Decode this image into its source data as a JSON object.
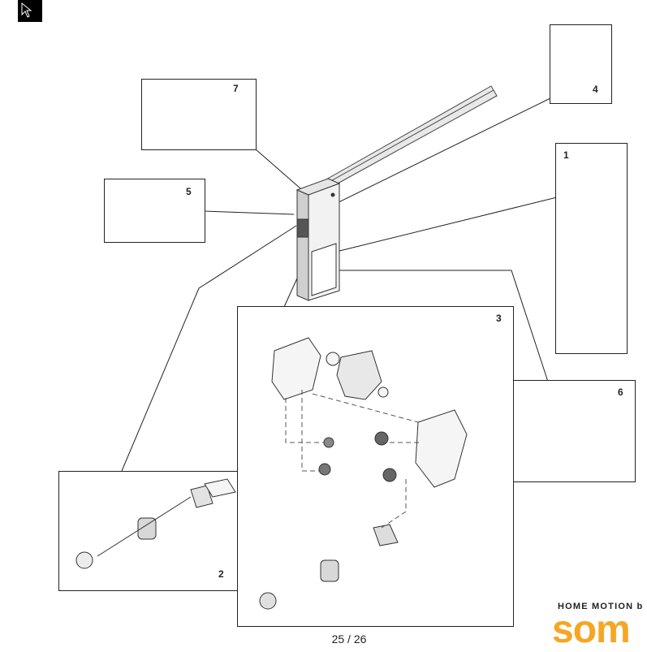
{
  "page": {
    "current": "25",
    "separator": "/",
    "total": "26",
    "label": "25 / 26"
  },
  "callouts": {
    "box1": "1",
    "box2": "2",
    "box3": "3",
    "box4": "4",
    "box5": "5",
    "box6": "6",
    "box7": "7"
  },
  "brand": {
    "tagline": "HOME MOTION b",
    "logo_text": "som"
  },
  "colors": {
    "line": "#222222",
    "brand": "#f5a623",
    "background": "#ffffff"
  },
  "icons": {
    "cursor": "cursor-arrow-icon"
  }
}
